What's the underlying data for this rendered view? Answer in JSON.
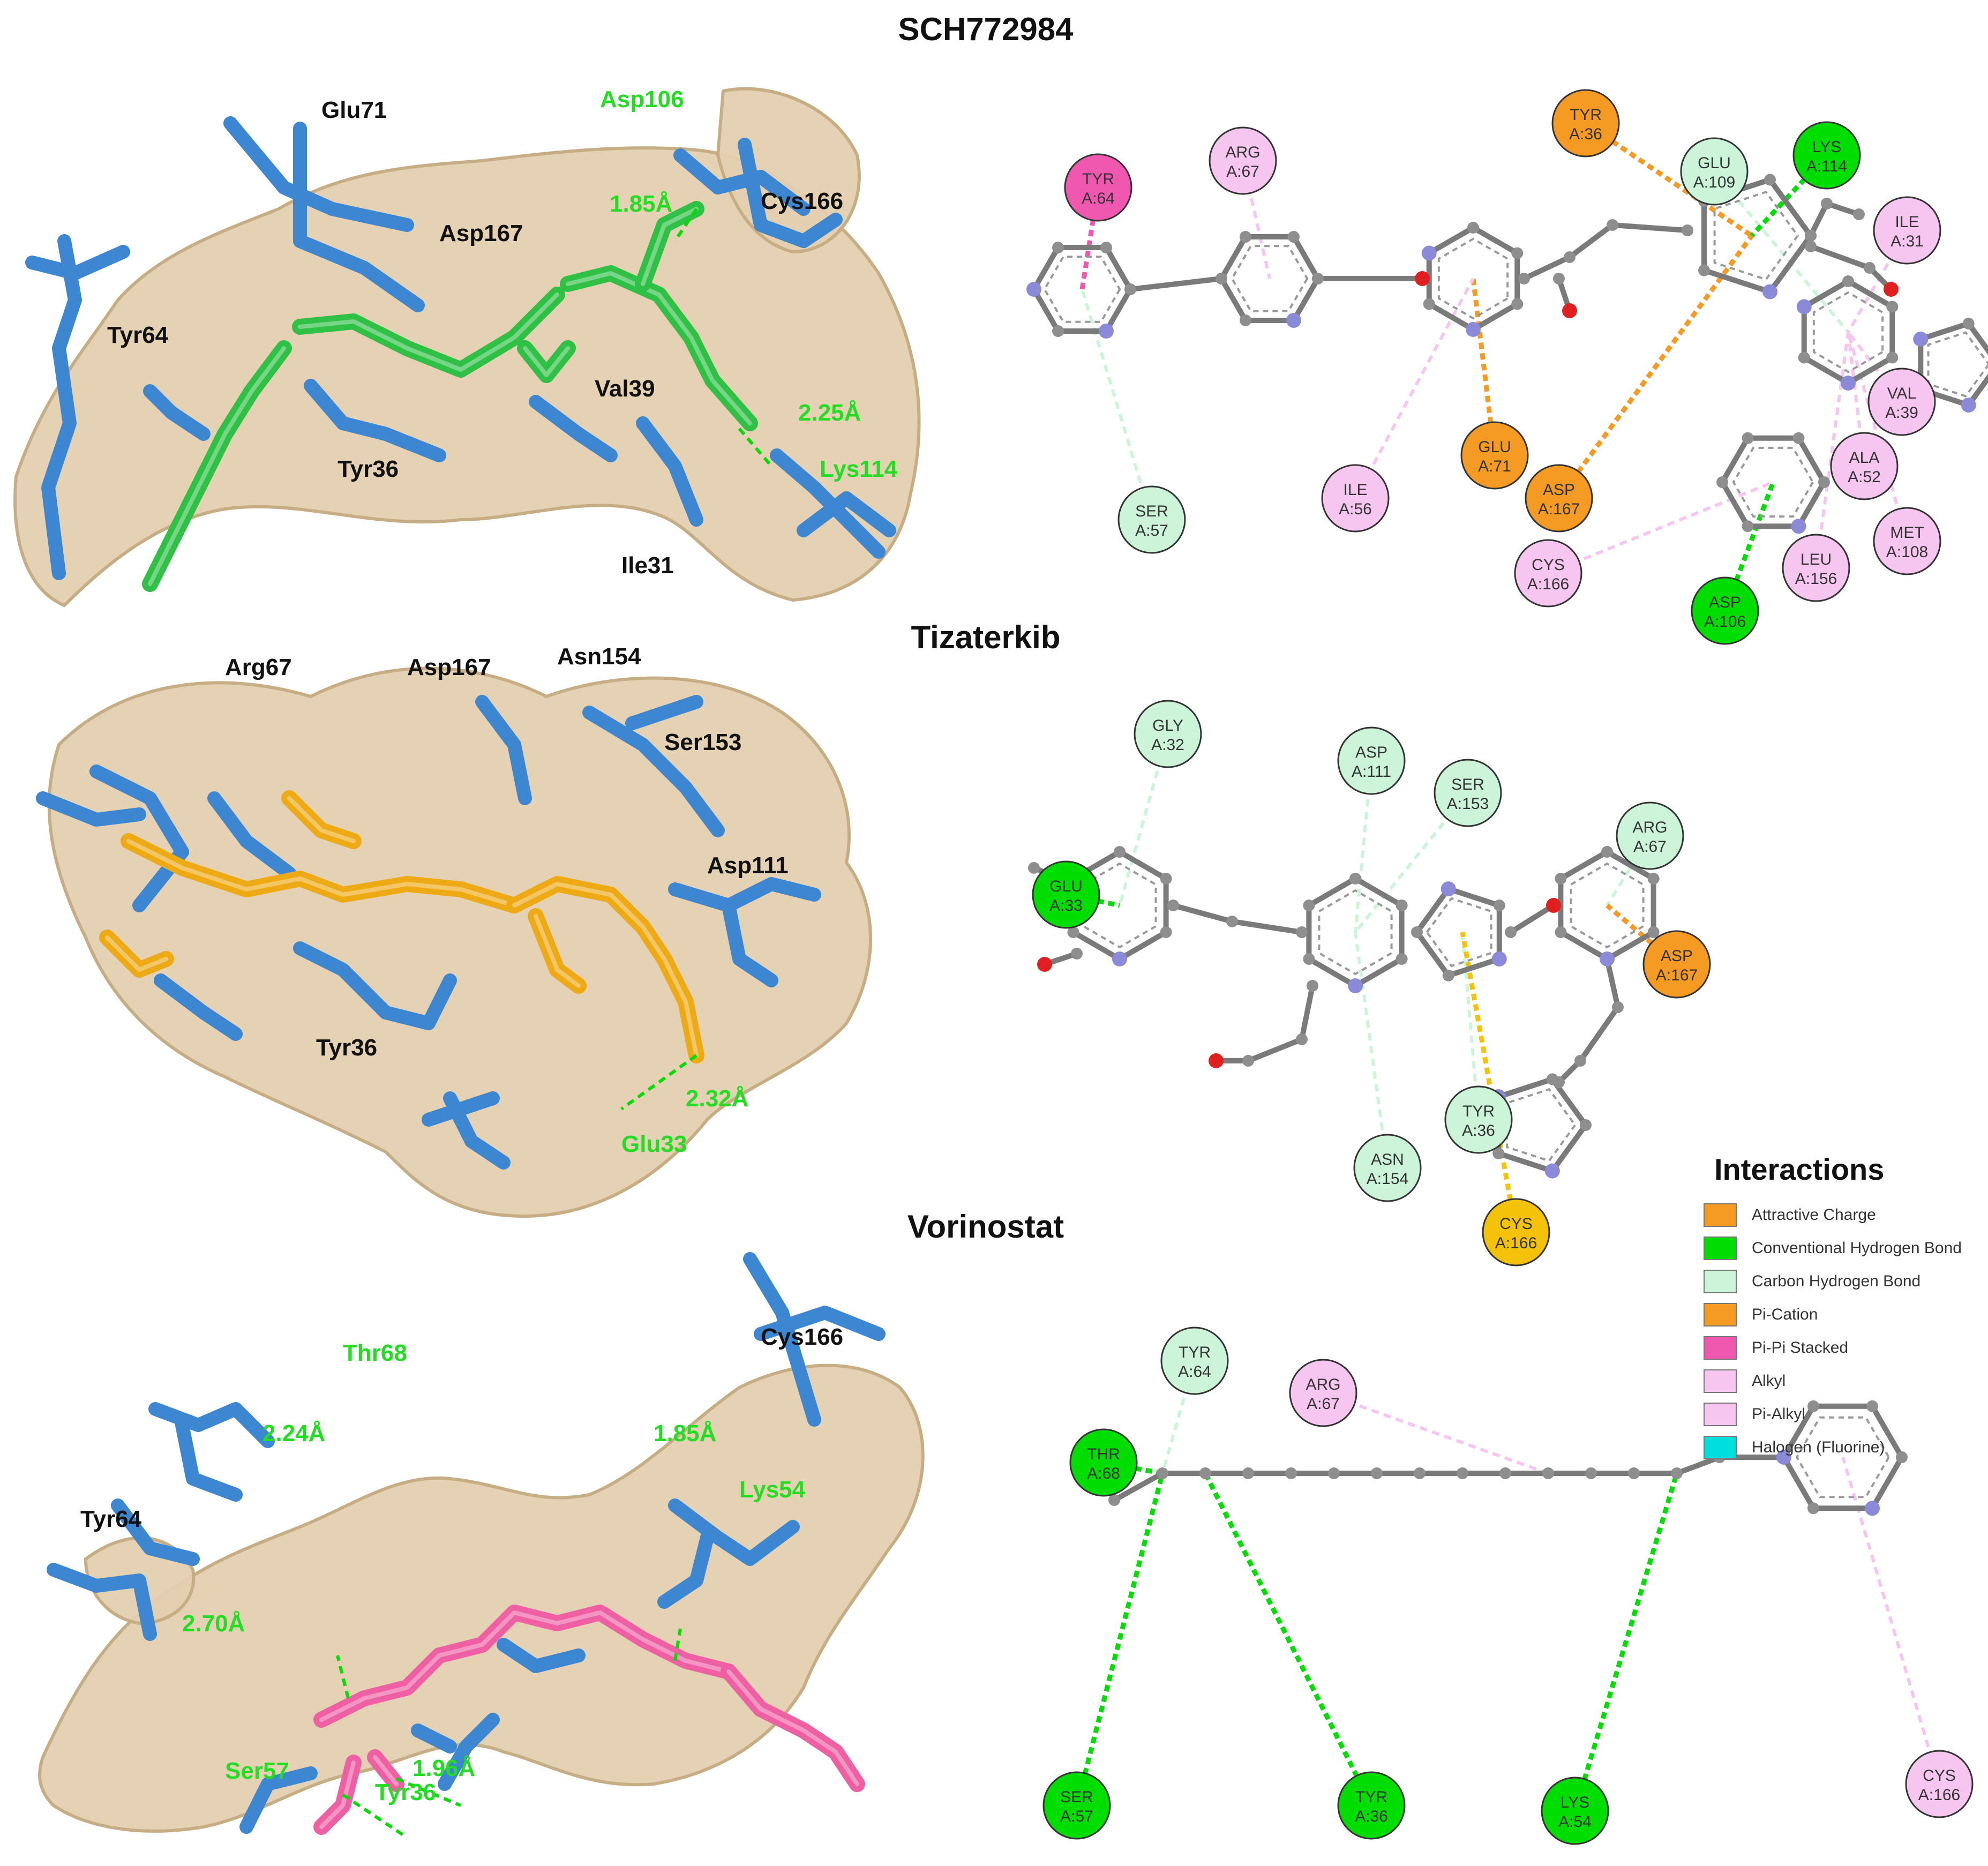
{
  "titles": [
    "SCH772984",
    "Tizaterkib",
    "Vorinostat"
  ],
  "legend": {
    "title": "Interactions",
    "items": [
      {
        "label": "Attractive Charge",
        "color": "#f59a23"
      },
      {
        "label": "Conventional Hydrogen Bond",
        "color": "#00dd00"
      },
      {
        "label": "Carbon Hydrogen Bond",
        "color": "#ccf4d9"
      },
      {
        "label": "Pi-Cation",
        "color": "#f59a23"
      },
      {
        "label": "Pi-Pi Stacked",
        "color": "#f058b0"
      },
      {
        "label": "Alkyl",
        "color": "#f6c6f1"
      },
      {
        "label": "Pi-Alkyl",
        "color": "#f6c6f1"
      },
      {
        "label": "Halogen (Fluorine)",
        "color": "#00dddd"
      }
    ]
  },
  "colors": {
    "attractive": "#f59a23",
    "hbond": "#00dd00",
    "chbond": "#ccf4d9",
    "pipi": "#f058b0",
    "alkyl": "#f6c6f1",
    "halogen": "#00dddd",
    "pisulfur": "#f5c20a",
    "receptor_stick": "#3d87d2",
    "surface": "#e4d0b0",
    "lig1": "#2fc145",
    "lig2": "#eeaa14",
    "lig3": "#ee5fa3"
  },
  "panels3d": [
    {
      "labels": [
        {
          "text": "Glu71",
          "type": "res"
        },
        {
          "text": "Asp106",
          "type": "hb"
        },
        {
          "text": "1.85Å",
          "type": "hb"
        },
        {
          "text": "Cys166",
          "type": "res"
        },
        {
          "text": "Asp167",
          "type": "res"
        },
        {
          "text": "Tyr64",
          "type": "res"
        },
        {
          "text": "Val39",
          "type": "res"
        },
        {
          "text": "2.25Å",
          "type": "hb"
        },
        {
          "text": "Tyr36",
          "type": "res"
        },
        {
          "text": "Lys114",
          "type": "hb"
        },
        {
          "text": "Ile31",
          "type": "res"
        }
      ]
    },
    {
      "labels": [
        {
          "text": "Arg67",
          "type": "res"
        },
        {
          "text": "Asp167",
          "type": "res"
        },
        {
          "text": "Asn154",
          "type": "res"
        },
        {
          "text": "Ser153",
          "type": "res"
        },
        {
          "text": "Asp111",
          "type": "res"
        },
        {
          "text": "Tyr36",
          "type": "res"
        },
        {
          "text": "2.32Å",
          "type": "hb"
        },
        {
          "text": "Glu33",
          "type": "hb"
        }
      ]
    },
    {
      "labels": [
        {
          "text": "Thr68",
          "type": "hb"
        },
        {
          "text": "Cys166",
          "type": "res"
        },
        {
          "text": "2.24Å",
          "type": "hb"
        },
        {
          "text": "1.85Å",
          "type": "hb"
        },
        {
          "text": "Lys54",
          "type": "hb"
        },
        {
          "text": "Tyr64",
          "type": "res"
        },
        {
          "text": "2.70Å",
          "type": "hb"
        },
        {
          "text": "1.96Å",
          "type": "hb"
        },
        {
          "text": "Tyr36",
          "type": "hb"
        },
        {
          "text": "Ser57",
          "type": "hb"
        }
      ]
    }
  ],
  "panels2d": [
    {
      "residues": [
        {
          "name": "TYR",
          "id": "A:64",
          "kind": "pipi"
        },
        {
          "name": "ARG",
          "id": "A:67",
          "kind": "alkyl"
        },
        {
          "name": "TYR",
          "id": "A:36",
          "kind": "attractive"
        },
        {
          "name": "GLU",
          "id": "A:109",
          "kind": "chbond"
        },
        {
          "name": "LYS",
          "id": "A:114",
          "kind": "hbond"
        },
        {
          "name": "ILE",
          "id": "A:31",
          "kind": "alkyl"
        },
        {
          "name": "VAL",
          "id": "A:39",
          "kind": "alkyl"
        },
        {
          "name": "ALA",
          "id": "A:52",
          "kind": "alkyl"
        },
        {
          "name": "MET",
          "id": "A:108",
          "kind": "alkyl"
        },
        {
          "name": "LEU",
          "id": "A:156",
          "kind": "alkyl"
        },
        {
          "name": "ASP",
          "id": "A:106",
          "kind": "hbond"
        },
        {
          "name": "CYS",
          "id": "A:166",
          "kind": "alkyl"
        },
        {
          "name": "GLU",
          "id": "A:71",
          "kind": "attractive"
        },
        {
          "name": "ASP",
          "id": "A:167",
          "kind": "attractive"
        },
        {
          "name": "ILE",
          "id": "A:56",
          "kind": "alkyl"
        },
        {
          "name": "SER",
          "id": "A:57",
          "kind": "chbond"
        }
      ]
    },
    {
      "residues": [
        {
          "name": "GLY",
          "id": "A:32",
          "kind": "chbond"
        },
        {
          "name": "ASP",
          "id": "A:111",
          "kind": "chbond"
        },
        {
          "name": "SER",
          "id": "A:153",
          "kind": "chbond"
        },
        {
          "name": "GLU",
          "id": "A:33",
          "kind": "hbond"
        },
        {
          "name": "ARG",
          "id": "A:67",
          "kind": "chbond"
        },
        {
          "name": "ASP",
          "id": "A:167",
          "kind": "attractive"
        },
        {
          "name": "TYR",
          "id": "A:36",
          "kind": "chbond"
        },
        {
          "name": "ASN",
          "id": "A:154",
          "kind": "chbond"
        },
        {
          "name": "CYS",
          "id": "A:166",
          "kind": "pisulfur"
        }
      ]
    },
    {
      "residues": [
        {
          "name": "TYR",
          "id": "A:64",
          "kind": "chbond"
        },
        {
          "name": "ARG",
          "id": "A:67",
          "kind": "alkyl"
        },
        {
          "name": "THR",
          "id": "A:68",
          "kind": "hbond"
        },
        {
          "name": "SER",
          "id": "A:57",
          "kind": "hbond"
        },
        {
          "name": "TYR",
          "id": "A:36",
          "kind": "hbond"
        },
        {
          "name": "LYS",
          "id": "A:54",
          "kind": "hbond"
        },
        {
          "name": "CYS",
          "id": "A:166",
          "kind": "alkyl"
        }
      ]
    }
  ]
}
